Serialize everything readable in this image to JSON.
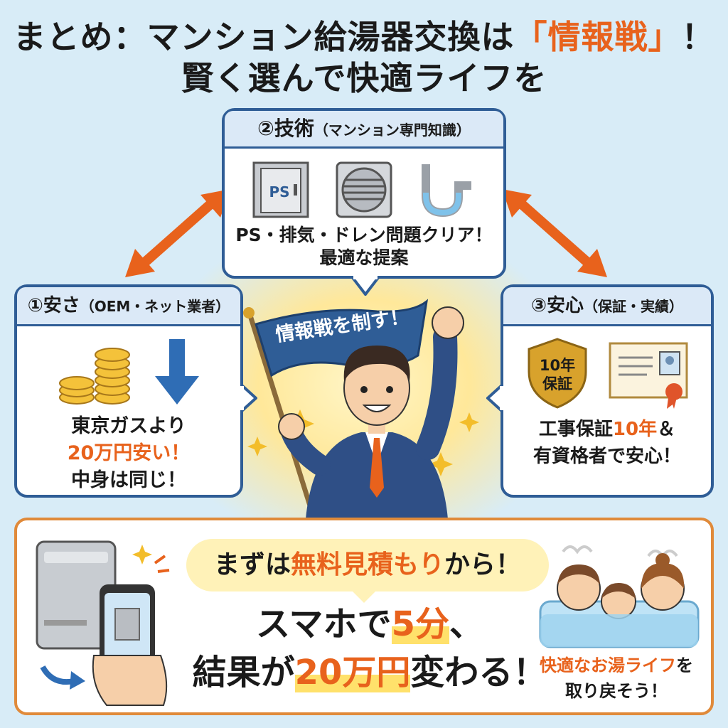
{
  "title": {
    "line1_prefix": "まとめ：マンション給湯器交換は",
    "line1_highlight": "「情報戦」",
    "line1_suffix": "！",
    "line2": "賢く選んで快適ライフを"
  },
  "tech": {
    "number": "②",
    "heading": "技術",
    "sub": "（マンション専門知識）",
    "icon_ps_label": "PS",
    "text_line1": "PS・排気・ドレン問題クリア！",
    "text_line2": "最適な提案"
  },
  "safety": {
    "number": "①",
    "heading": "安さ",
    "sub": "（OEM・ネット業者）",
    "text_line1": "東京ガスより",
    "text_line2": "20万円安い！",
    "text_line3": "中身は同じ！"
  },
  "relief": {
    "number": "③",
    "heading": "安心",
    "sub": "（保証・実績）",
    "badge_line1": "10年",
    "badge_line2": "保証",
    "text_line1_prefix": "工事保証",
    "text_line1_highlight": "10年",
    "text_line1_suffix": "＆",
    "text_line2": "有資格者で安心！"
  },
  "flag": {
    "text": "情報戦を制す！"
  },
  "cta": {
    "prefix": "まずは",
    "highlight": "無料見積もり",
    "suffix": "から！",
    "line1_prefix": "スマホで",
    "line1_highlight": "5分",
    "line1_suffix": "、",
    "line2_prefix": "結果が",
    "line2_highlight": "20万円",
    "line2_suffix": "変わる！",
    "bath_line1_highlight": "快適なお湯ライフ",
    "bath_line1_suffix": "を",
    "bath_line2": "取り戻そう！"
  },
  "colors": {
    "accent": "#e8621c",
    "navy": "#2f5d96",
    "background": "#d8ecf7",
    "highlight_yellow": "#ffe16b"
  }
}
